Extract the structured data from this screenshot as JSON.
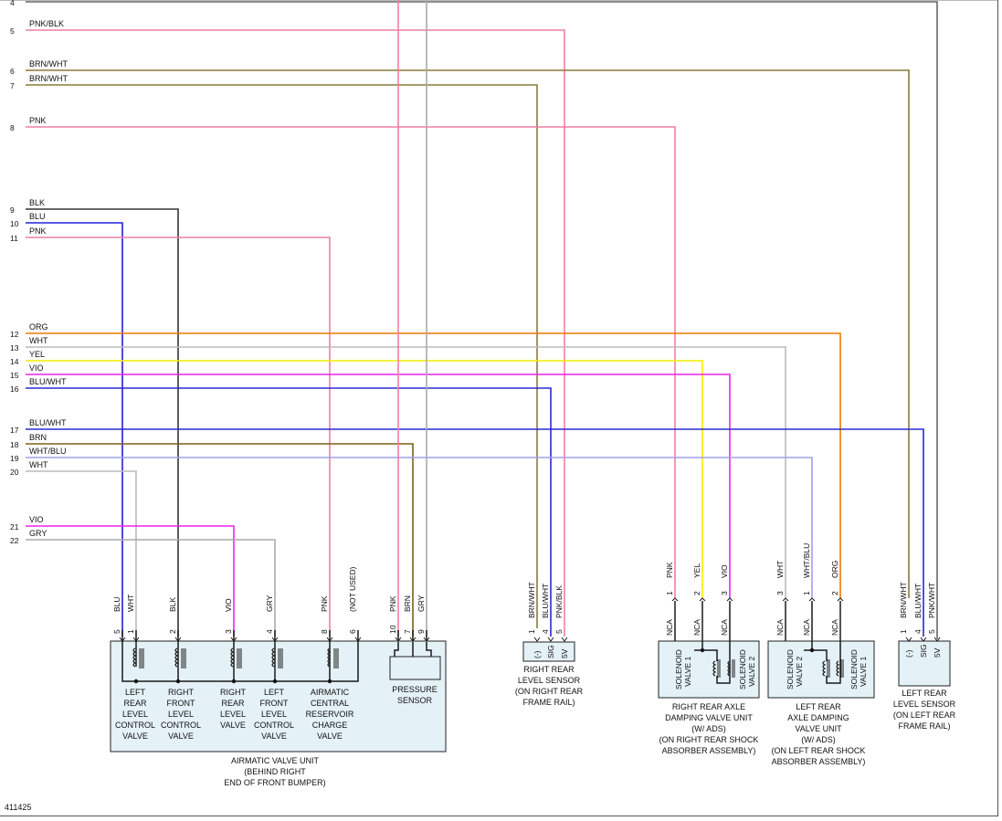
{
  "wires": [
    {
      "num": "4",
      "label": "",
      "color": "#666666"
    },
    {
      "num": "5",
      "label": "PNK/BLK",
      "color": "#ee7fa6"
    },
    {
      "num": "6",
      "label": "BRN/WHT",
      "color": "#8b7a3a"
    },
    {
      "num": "7",
      "label": "BRN/WHT",
      "color": "#8b7a3a"
    },
    {
      "num": "8",
      "label": "PNK",
      "color": "#ee7fa6"
    },
    {
      "num": "9",
      "label": "BLK",
      "color": "#333333"
    },
    {
      "num": "10",
      "label": "BLU",
      "color": "#2020dd"
    },
    {
      "num": "11",
      "label": "PNK",
      "color": "#ee7fa6"
    },
    {
      "num": "12",
      "label": "ORG",
      "color": "#ee7a00"
    },
    {
      "num": "13",
      "label": "WHT",
      "color": "#bbbbbb"
    },
    {
      "num": "14",
      "label": "YEL",
      "color": "#f2ec00"
    },
    {
      "num": "15",
      "label": "VIO",
      "color": "#ee22ee"
    },
    {
      "num": "16",
      "label": "BLU/WHT",
      "color": "#2a2ad0"
    },
    {
      "num": "17",
      "label": "BLU/WHT",
      "color": "#2a2ad0"
    },
    {
      "num": "18",
      "label": "BRN",
      "color": "#7a6012"
    },
    {
      "num": "19",
      "label": "WHT/BLU",
      "color": "#a0a0ee"
    },
    {
      "num": "20",
      "label": "WHT",
      "color": "#bbbbbb"
    },
    {
      "num": "21",
      "label": "VIO",
      "color": "#ee22ee"
    },
    {
      "num": "22",
      "label": "GRY",
      "color": "#aaaaaa"
    }
  ],
  "airmatic": {
    "caption": [
      "AIRMATIC VALVE UNIT",
      "(BEHIND RIGHT",
      "END OF FRONT BUMPER)"
    ],
    "pins": [
      {
        "num": "5",
        "color": "BLU"
      },
      {
        "num": "1",
        "color": "WHT"
      },
      {
        "num": "2",
        "color": "BLK"
      },
      {
        "num": "3",
        "color": "VIO"
      },
      {
        "num": "4",
        "color": "GRY"
      },
      {
        "num": "8",
        "color": "PNK"
      },
      {
        "num": "6",
        "color": "(NOT USED)"
      },
      {
        "num": "10",
        "color": "PNK"
      },
      {
        "num": "7",
        "color": "BRN"
      },
      {
        "num": "9",
        "color": "GRY"
      }
    ],
    "valves": [
      [
        "LEFT",
        "REAR",
        "LEVEL",
        "CONTROL",
        "VALVE"
      ],
      [
        "RIGHT",
        "FRONT",
        "LEVEL",
        "CONTROL",
        "VALVE"
      ],
      [
        "RIGHT",
        "REAR",
        "LEVEL",
        "VALVE"
      ],
      [
        "LEFT",
        "FRONT",
        "LEVEL",
        "CONTROL",
        "VALVE"
      ],
      [
        "AIRMATIC",
        "CENTRAL",
        "RESERVOIR",
        "CHARGE",
        "VALVE"
      ]
    ],
    "pressure_sensor": [
      "PRESSURE",
      "SENSOR"
    ]
  },
  "rr_sensor": {
    "pins": [
      {
        "num": "1",
        "color": "BRN/WHT",
        "term": "(-)"
      },
      {
        "num": "4",
        "color": "BLU/WHT",
        "term": "SIG"
      },
      {
        "num": "5",
        "color": "PNK/BLK",
        "term": "5V"
      }
    ],
    "caption": [
      "RIGHT REAR",
      "LEVEL SENSOR",
      "(ON RIGHT REAR",
      "FRAME RAIL)"
    ]
  },
  "rr_damp": {
    "pins": [
      {
        "num": "1",
        "color": "PNK",
        "nca": "NCA"
      },
      {
        "num": "2",
        "color": "YEL",
        "nca": "NCA"
      },
      {
        "num": "3",
        "color": "VIO",
        "nca": "NCA"
      }
    ],
    "valve_a": [
      "SOLENOID",
      "VALVE 1"
    ],
    "valve_b": [
      "SOLENOID",
      "VALVE 2"
    ],
    "caption": [
      "RIGHT REAR AXLE",
      "DAMPING VALVE UNIT",
      "(W/ ADS)",
      "(ON RIGHT REAR SHOCK",
      "ABSORBER ASSEMBLY)"
    ]
  },
  "lr_damp": {
    "pins": [
      {
        "num": "3",
        "color": "WHT",
        "nca": "NCA"
      },
      {
        "num": "1",
        "color": "WHT/BLU",
        "nca": "NCA"
      },
      {
        "num": "2",
        "color": "ORG",
        "nca": "NCA"
      }
    ],
    "valve_a": [
      "SOLENOID",
      "VALVE 2"
    ],
    "valve_b": [
      "SOLENOID",
      "VALVE 1"
    ],
    "caption": [
      "LEFT REAR",
      "AXLE DAMPING",
      "VALVE UNIT",
      "(W/ ADS)",
      "(ON LEFT REAR SHOCK",
      "ABSORBER ASSEMBLY)"
    ]
  },
  "lr_sensor": {
    "pins": [
      {
        "num": "1",
        "color": "BRN/WHT",
        "term": "(-)"
      },
      {
        "num": "4",
        "color": "BLU/WHT",
        "term": "SIG"
      },
      {
        "num": "5",
        "color": "PNK/WHT",
        "term": "5V"
      }
    ],
    "caption": [
      "LEFT REAR",
      "LEVEL SENSOR",
      "(ON LEFT REAR",
      "FRAME RAIL)"
    ]
  },
  "figure_id": "411425"
}
